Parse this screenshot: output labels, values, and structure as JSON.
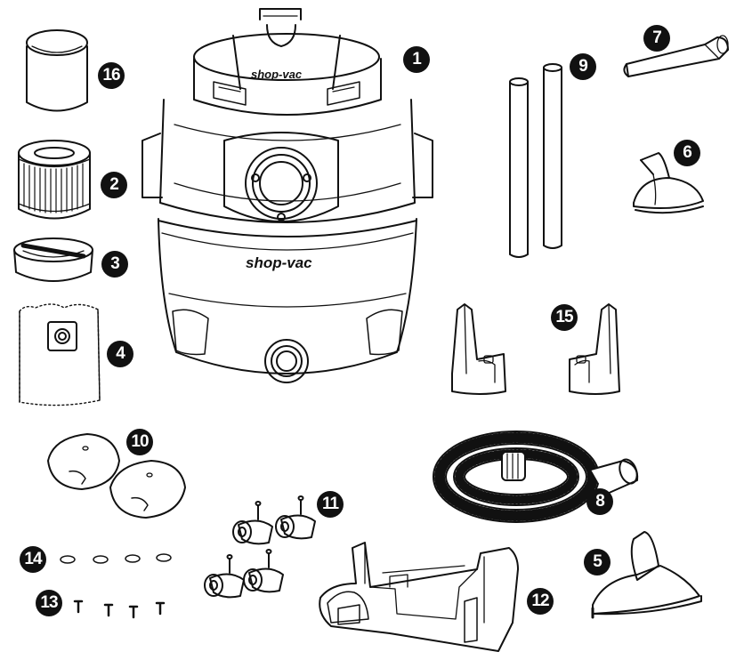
{
  "brand": "shop-vac",
  "parts": [
    {
      "number": "1",
      "item": "vacuum-body"
    },
    {
      "number": "2",
      "item": "cartridge-filter"
    },
    {
      "number": "3",
      "item": "filter-lid"
    },
    {
      "number": "4",
      "item": "collection-bag"
    },
    {
      "number": "5",
      "item": "floor-nozzle"
    },
    {
      "number": "6",
      "item": "utility-nozzle"
    },
    {
      "number": "7",
      "item": "crevice-tool"
    },
    {
      "number": "8",
      "item": "hose"
    },
    {
      "number": "9",
      "item": "extension-wands"
    },
    {
      "number": "10",
      "item": "caster-feet"
    },
    {
      "number": "11",
      "item": "casters"
    },
    {
      "number": "12",
      "item": "caddy"
    },
    {
      "number": "13",
      "item": "screws"
    },
    {
      "number": "14",
      "item": "washers"
    },
    {
      "number": "15",
      "item": "accessory-holders"
    },
    {
      "number": "16",
      "item": "foam-sleeve"
    }
  ]
}
